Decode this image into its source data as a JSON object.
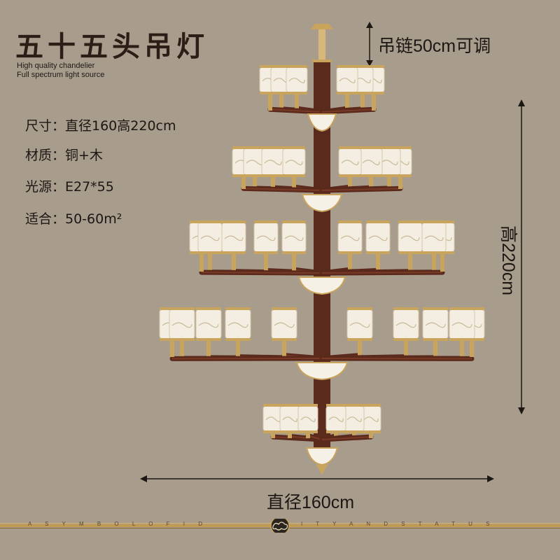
{
  "title": "五十五头吊灯",
  "subtitle_line1": "High quality chandelier",
  "subtitle_line2": "Full spectrum light source",
  "specs": [
    {
      "text": "尺寸：直径160高220cm"
    },
    {
      "text": "材质：铜+木"
    },
    {
      "text": "光源：E27*55"
    },
    {
      "text": "适合：50-60m²"
    }
  ],
  "dimensions": {
    "chain": "吊链50cm可调",
    "height": "高220cm",
    "diameter": "直径160cm"
  },
  "slogan_left": "A S Y M B O L O F I D",
  "slogan_right": "I T Y A N D S T A T U S",
  "colors": {
    "background": "#a89c8d",
    "wood": "#5a2a1c",
    "brass": "#c9a45c",
    "shade": "#f3ede2",
    "text": "#1c1712"
  }
}
